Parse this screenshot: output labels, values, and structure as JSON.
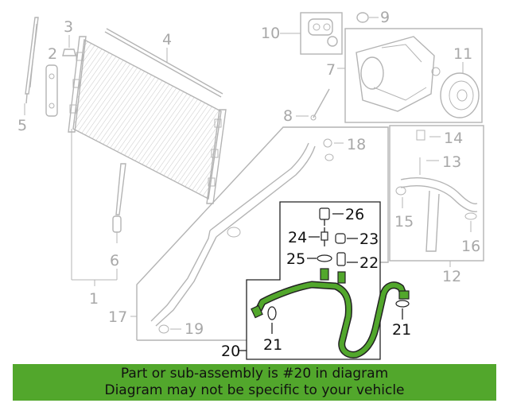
{
  "callouts": {
    "c1": "1",
    "c2": "2",
    "c3": "3",
    "c4": "4",
    "c5": "5",
    "c6": "6",
    "c7": "7",
    "c8": "8",
    "c9": "9",
    "c10": "10",
    "c11": "11",
    "c12": "12",
    "c13": "13",
    "c14": "14",
    "c15": "15",
    "c16": "16",
    "c17": "17",
    "c18": "18",
    "c19": "19",
    "c20": "20",
    "c21a": "21",
    "c21b": "21",
    "c22": "22",
    "c23": "23",
    "c24": "24",
    "c25": "25",
    "c26": "26"
  },
  "highlight_color": "#52a72c",
  "banner": {
    "line1": "Part or sub-assembly is #20 in diagram",
    "line2": "Diagram may not be specific to your vehicle"
  }
}
